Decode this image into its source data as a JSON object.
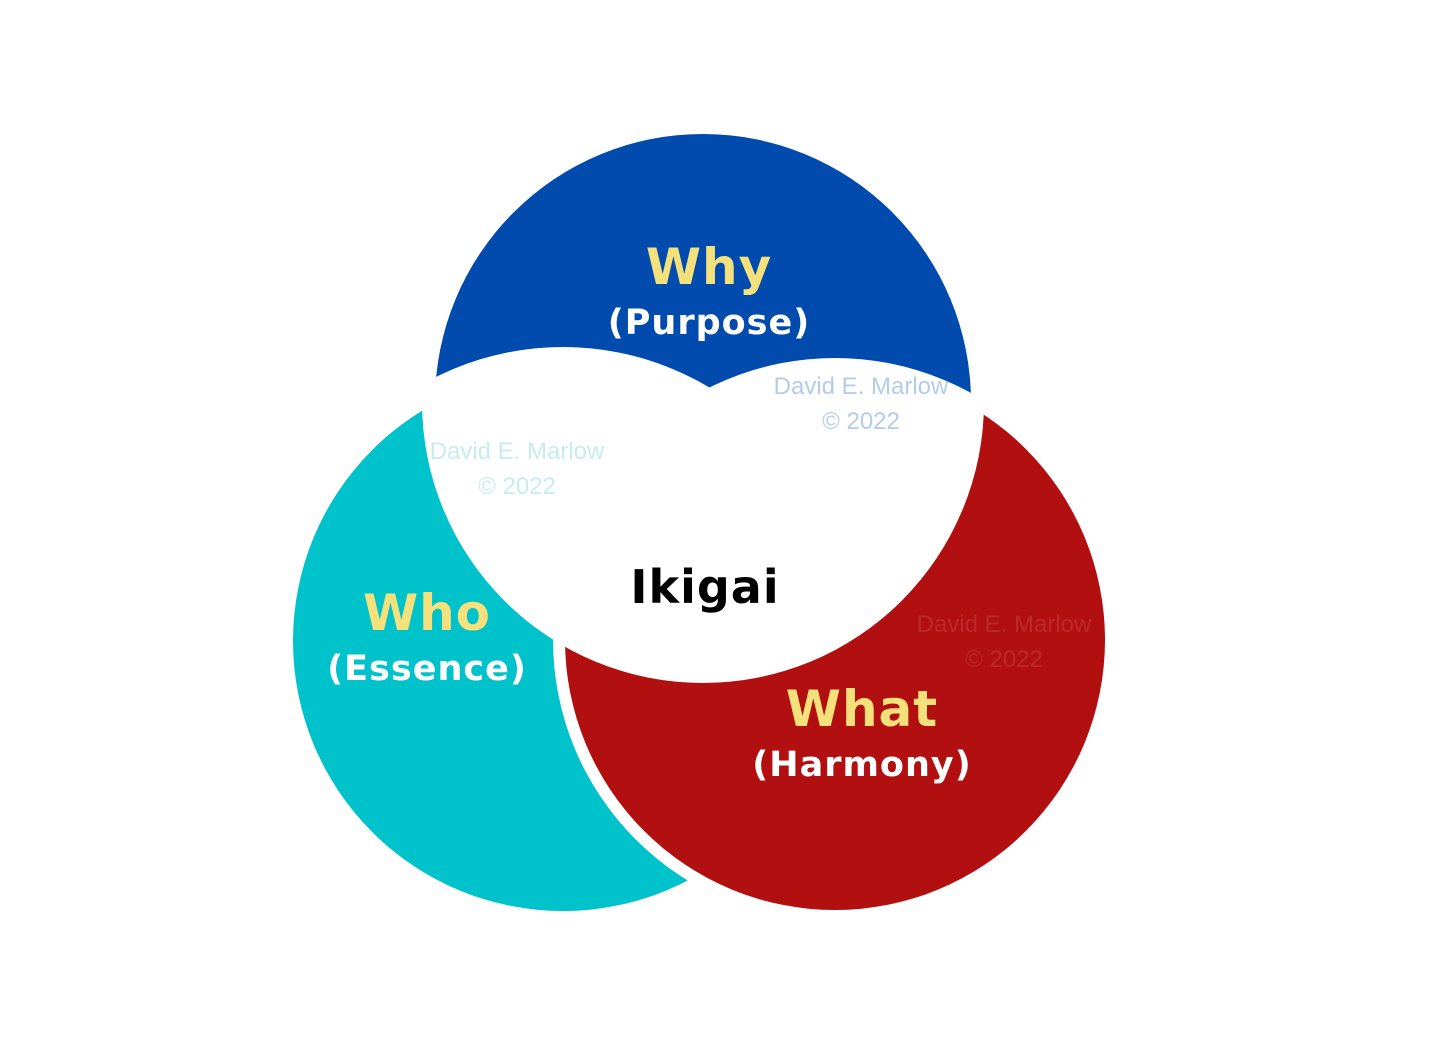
{
  "colors": {
    "why_circle": "#004BAD",
    "who_circle": "#00C2CB",
    "what_circle": "#B20F10",
    "heading": "#F5E17C",
    "subheading": "#FFFFFF",
    "center_text": "#000000",
    "background": "#FFFFFF",
    "watermark_on_blue": "#2A6FB8",
    "watermark_on_teal": "#3FB9C0",
    "watermark_on_red": "#BE2A29"
  },
  "center": {
    "label": "Ikigai"
  },
  "circles": [
    {
      "id": "why",
      "title": "Why",
      "subtitle": "(Purpose)",
      "watermark": {
        "line1": "David E. Marlow",
        "line2": "© 2022"
      }
    },
    {
      "id": "who",
      "title": "Who",
      "subtitle": "(Essence)",
      "watermark": {
        "line1": "David E. Marlow",
        "line2": "© 2022"
      }
    },
    {
      "id": "what",
      "title": "What",
      "subtitle": "(Harmony)",
      "watermark": {
        "line1": "David E. Marlow",
        "line2": "© 2022"
      }
    }
  ]
}
